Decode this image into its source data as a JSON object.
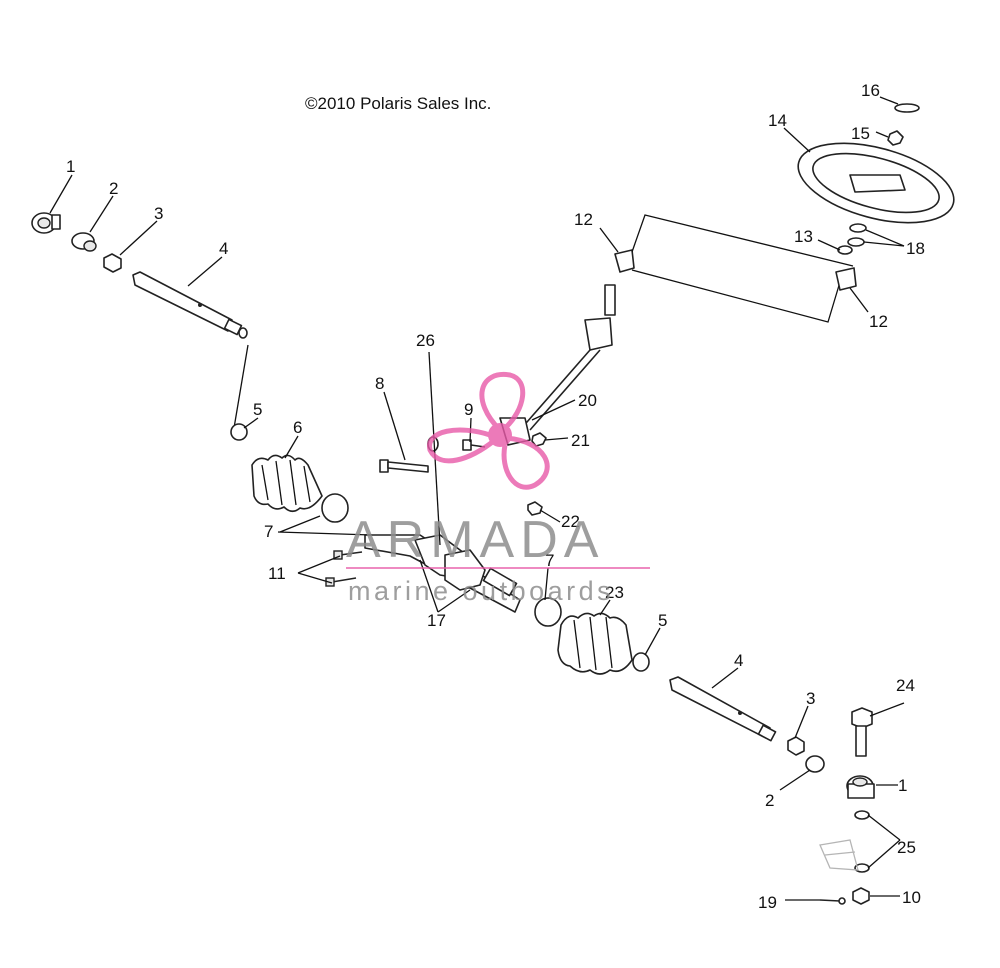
{
  "diagram": {
    "copyright": "©2010 Polaris Sales Inc.",
    "callouts": [
      "1",
      "2",
      "3",
      "4",
      "5",
      "6",
      "7",
      "8",
      "9",
      "10",
      "11",
      "12",
      "13",
      "14",
      "15",
      "16",
      "17",
      "18",
      "19",
      "20",
      "21",
      "22",
      "23",
      "24",
      "25",
      "26"
    ]
  },
  "watermark": {
    "title": "ARMADA",
    "subtitle": "marine outboards",
    "accent_color": "#e85aa8"
  },
  "colors": {
    "line": "#222222",
    "background": "#ffffff",
    "watermark_text": "#8e8e8e"
  }
}
